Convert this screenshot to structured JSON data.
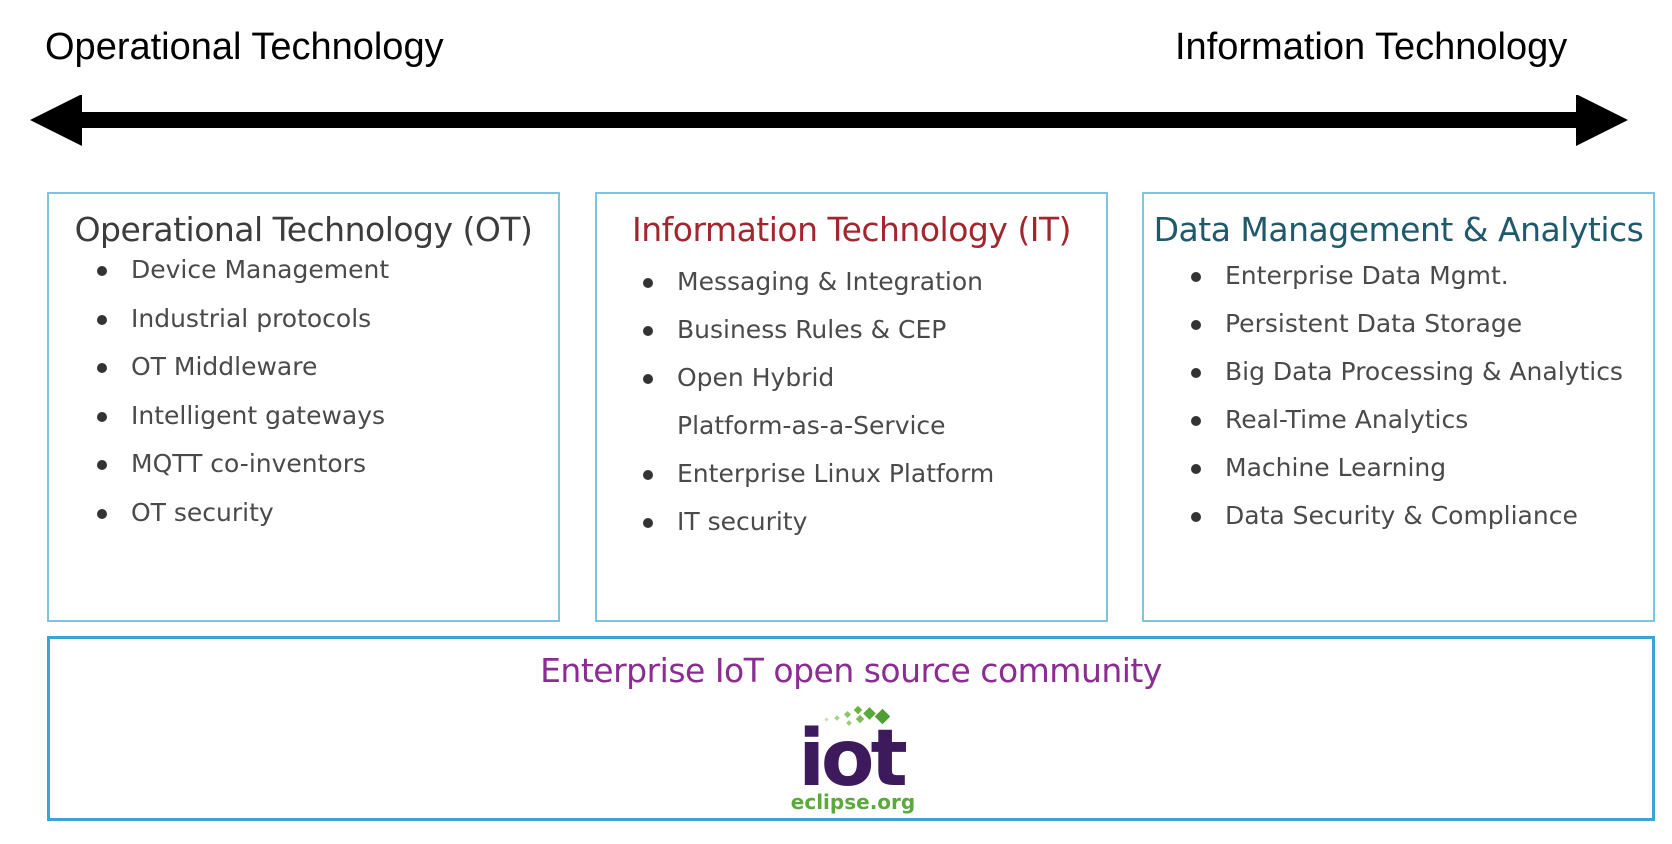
{
  "axis": {
    "left_label": "Operational Technology",
    "right_label": "Information Technology"
  },
  "panels": [
    {
      "title": "Operational Technology (OT)",
      "title_color": "#3c3c3c",
      "items": [
        "Device Management",
        "Industrial protocols",
        "OT Middleware",
        "Intelligent gateways",
        "MQTT co-inventors",
        "OT security"
      ]
    },
    {
      "title": "Information Technology (IT)",
      "title_color": "#a3262e",
      "items": [
        "Messaging & Integration",
        "Business Rules & CEP",
        "Open Hybrid",
        "Platform-as-a-Service",
        "Enterprise Linux Platform",
        "IT security"
      ]
    },
    {
      "title": "Data Management & Analytics",
      "title_color": "#1f5a6b",
      "items": [
        "Enterprise Data Mgmt.",
        "Persistent Data Storage",
        "Big Data Processing & Analytics",
        "Real-Time Analytics",
        "Machine Learning",
        "Data Security & Compliance"
      ]
    }
  ],
  "community": {
    "title": "Enterprise IoT open source community",
    "logo": {
      "wordmark": "iot",
      "subtext": "eclipse.org",
      "wordmark_color": "#3d1a5b",
      "subtext_color": "#5aa93b"
    }
  },
  "colors": {
    "panel_border": "#7fc4de",
    "community_border": "#3aa5d4",
    "community_title": "#8b2c93"
  }
}
